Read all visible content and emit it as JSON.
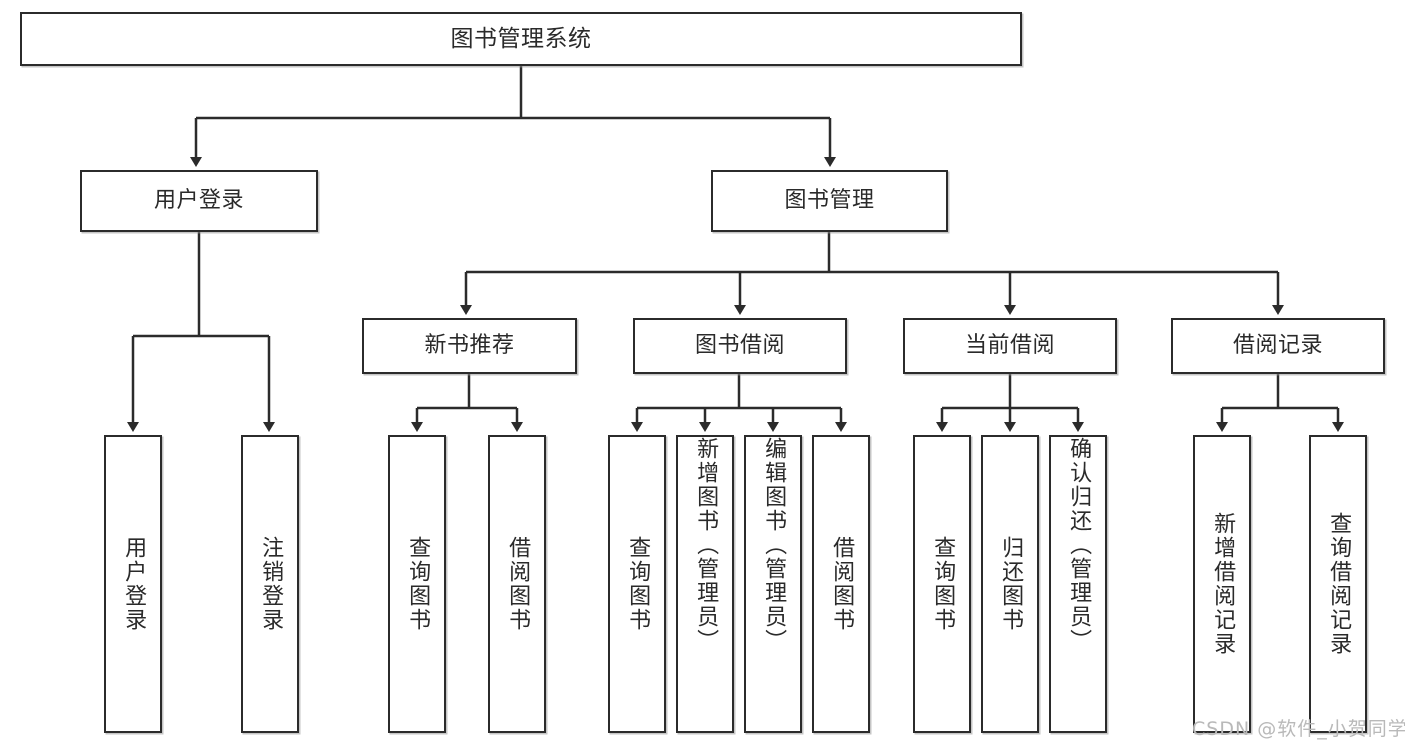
{
  "diagram": {
    "title": "图书管理系统",
    "type": "tree-hierarchy",
    "orientation": "top-down",
    "line_color": "#2b2b2b",
    "box_fill": "#ffffff",
    "text_color": "#2a2a2a"
  },
  "root": {
    "label": "图书管理系统"
  },
  "level2": [
    {
      "label": "用户登录"
    },
    {
      "label": "图书管理"
    }
  ],
  "level3": [
    {
      "label": "新书推荐"
    },
    {
      "label": "图书借阅"
    },
    {
      "label": "当前借阅"
    },
    {
      "label": "借阅记录"
    }
  ],
  "leaves": {
    "user_login": [
      {
        "label": "用户登录"
      },
      {
        "label": "注销登录"
      }
    ],
    "new_book_recommend": [
      {
        "label": "查询图书"
      },
      {
        "label": "借阅图书"
      }
    ],
    "book_borrow": [
      {
        "label": "查询图书"
      },
      {
        "label": "新增图书（管理员）"
      },
      {
        "label": "编辑图书（管理员）"
      },
      {
        "label": "借阅图书"
      }
    ],
    "current_borrow": [
      {
        "label": "查询图书"
      },
      {
        "label": "归还图书"
      },
      {
        "label": "确认归还（管理员）"
      }
    ],
    "borrow_record": [
      {
        "label": "新增借阅记录"
      },
      {
        "label": "查询借阅记录"
      }
    ]
  },
  "watermark": {
    "text": "CSDN @软件_小贺同学"
  }
}
